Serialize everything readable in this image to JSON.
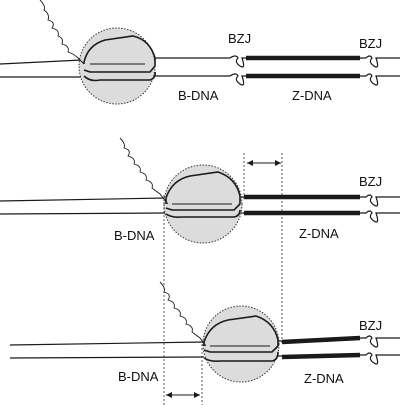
{
  "colors": {
    "line": "#1a1a1a",
    "polymerase_fill": "#dcdcdc",
    "zdna": "#1a1a1a",
    "background": "#ffffff"
  },
  "icons": [
    "rna-transcript-icon",
    "rna-polymerase-icon",
    "junction-bulge-icon",
    "distance-arrow-icon"
  ],
  "panels": [
    {
      "bzj_left_label": "BZJ",
      "bzj_right_label": "BZJ",
      "bdna_label": "B-DNA",
      "zdna_label": "Z-DNA"
    },
    {
      "bzj_label": "BZJ",
      "bdna_label": "B-DNA",
      "zdna_label": "Z-DNA"
    },
    {
      "bzj_label": "BZJ",
      "bdna_label": "B-DNA",
      "zdna_label": "Z-DNA"
    }
  ]
}
